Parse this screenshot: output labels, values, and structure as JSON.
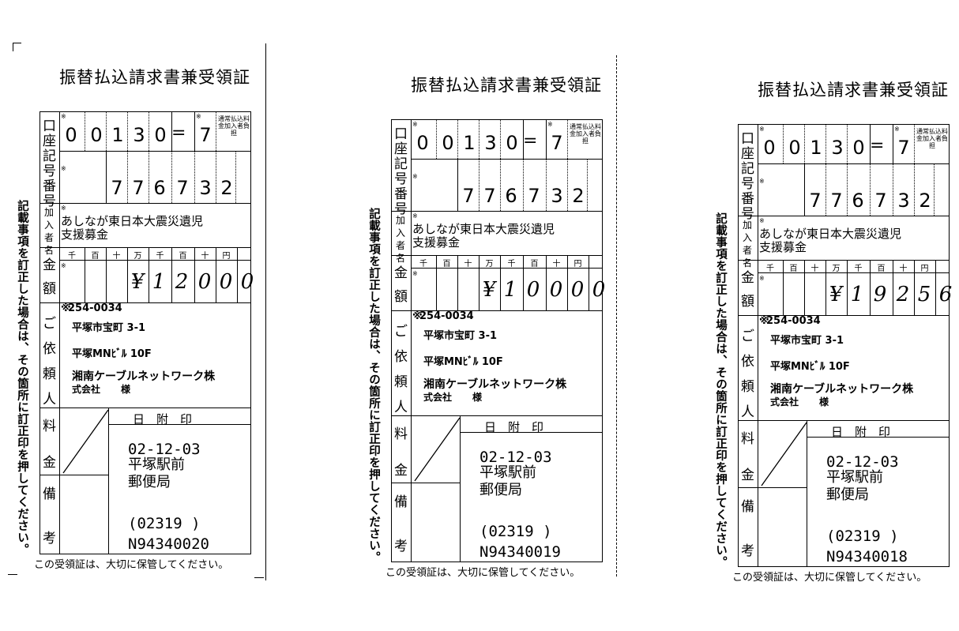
{
  "title": "振替払込請求書兼受領証",
  "side_note": "記載事項を訂正した場合は、その箇所に訂正印を押してください。",
  "labels": {
    "account_number": "口座記号番号",
    "subscriber": "加入者名",
    "amount": "金額",
    "requester": "ご依頼人",
    "fee": "料金",
    "remarks": "備考",
    "date_stamp": "日　附　印",
    "mark": "※",
    "fee_burden": "通常払込料金加入者負担"
  },
  "account": {
    "prefix_digits": [
      "0",
      "0",
      "1",
      "3",
      "0"
    ],
    "check_digit": "7",
    "number_digits": [
      "7",
      "7",
      "6",
      "7",
      "3",
      "2"
    ]
  },
  "subscriber_name_lines": [
    "あしなが東日本大震災遺児",
    "支援募金"
  ],
  "amount_units": [
    "千",
    "百",
    "十",
    "万",
    "千",
    "百",
    "十",
    "円"
  ],
  "requester": {
    "postal": "254-0034",
    "addr1": "平塚市宝町 3-1",
    "addr2": "平塚MNﾋﾞﾙ 10F",
    "company": "湘南ケーブルネットワーク株",
    "company2": "式会社",
    "honorific": "様"
  },
  "footer": "この受領証は、大切に保管してください。",
  "slips": [
    {
      "amount_chars": [
        "¥",
        "1",
        "2",
        "0",
        "0",
        "0"
      ],
      "stamp_date": "02-12-03",
      "stamp_office1": "平塚駅前",
      "stamp_office2": "郵便局",
      "stamp_code": "(02319 )",
      "stamp_serial": "N94340020"
    },
    {
      "amount_chars": [
        "¥",
        "1",
        "0",
        "0",
        "0",
        "0"
      ],
      "stamp_date": "02-12-03",
      "stamp_office1": "平塚駅前",
      "stamp_office2": "郵便局",
      "stamp_code": "(02319 )",
      "stamp_serial": "N94340019"
    },
    {
      "amount_chars": [
        "¥",
        "1",
        "9",
        "2",
        "5",
        "6"
      ],
      "stamp_date": "02-12-03",
      "stamp_office1": "平塚駅前",
      "stamp_office2": "郵便局",
      "stamp_code": "(02319 )",
      "stamp_serial": "N94340018"
    }
  ]
}
